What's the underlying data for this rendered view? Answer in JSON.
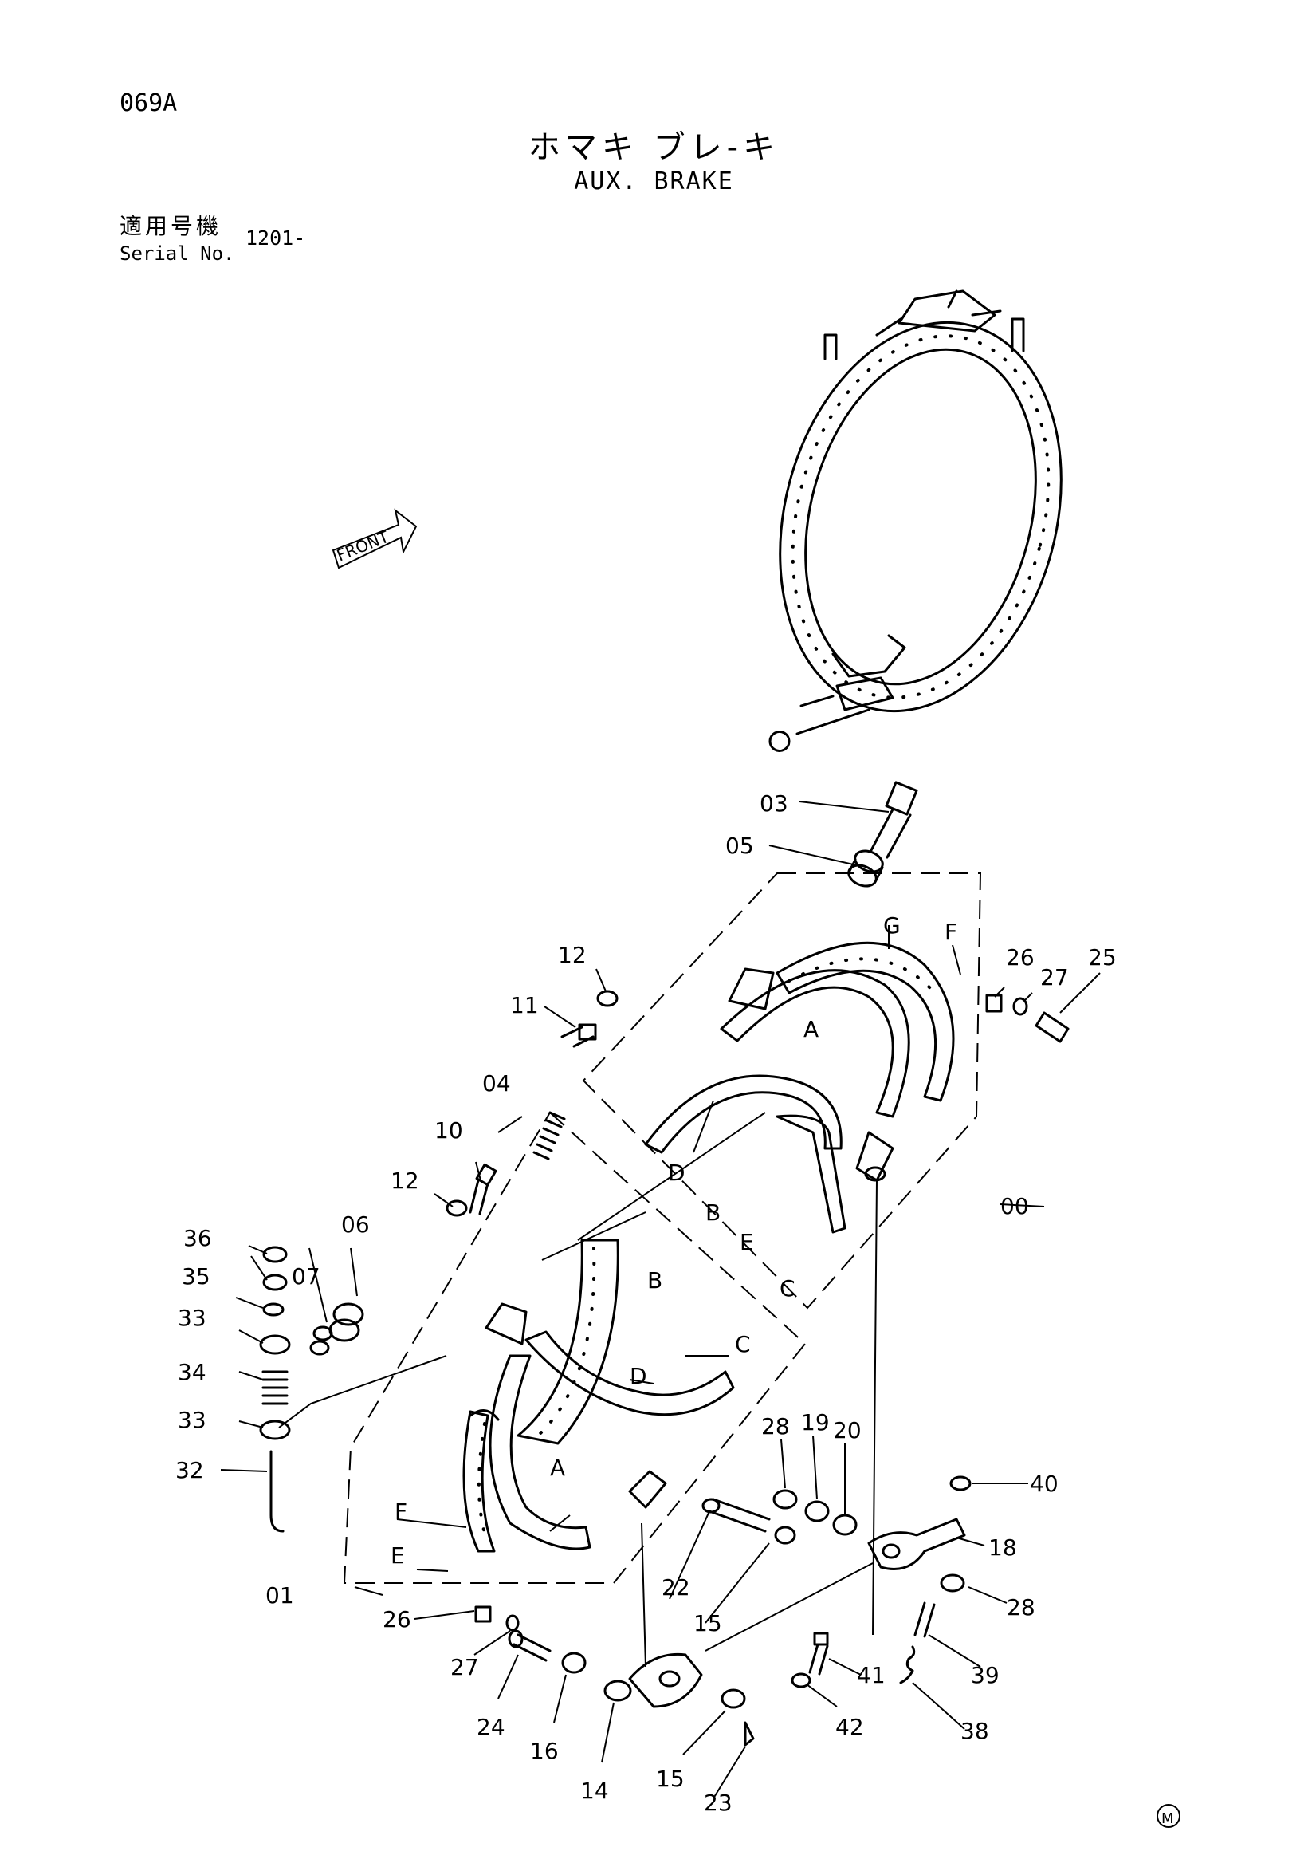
{
  "header": {
    "page_code": "069A",
    "title_jp": "ホマキ ブレ-キ",
    "title_en": "AUX. BRAKE",
    "serial_label_jp": "適用号機",
    "serial_label_en": "Serial No.",
    "serial_value": "1201-"
  },
  "front_marker": "FRONT",
  "corner_mark": "M",
  "callouts": [
    "03",
    "05",
    "G",
    "F",
    "26",
    "27",
    "25",
    "12",
    "11",
    "A",
    "04",
    "10",
    "D",
    "B",
    "E",
    "C",
    "00",
    "12",
    "06",
    "36",
    "07",
    "35",
    "33",
    "34",
    "33",
    "B",
    "C",
    "D",
    "32",
    "A",
    "F",
    "E",
    "01",
    "28",
    "19",
    "20",
    "40",
    "18",
    "22",
    "15",
    "28",
    "26",
    "27",
    "24",
    "16",
    "14",
    "41",
    "39",
    "42",
    "38",
    "15",
    "23"
  ]
}
